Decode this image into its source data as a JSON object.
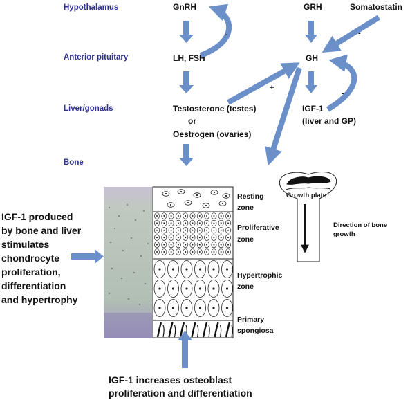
{
  "levels": {
    "hypothalamus": "Hypothalamus",
    "anterior_pituitary": "Anterior pituitary",
    "liver_gonads": "Liver/gonads",
    "bone": "Bone"
  },
  "hormones": {
    "gnrh": "GnRH",
    "grh": "GRH",
    "somatostatin": "Somatostatin",
    "lh_fsh": "LH, FSH",
    "gh": "GH",
    "testosterone": "Testosterone (testes)",
    "or": "or",
    "oestrogen": "Oestrogen (ovaries)",
    "igf1_line1": "IGF-1",
    "igf1_line2": "(liver and GP)"
  },
  "signs": {
    "gnrh_feedback": "-",
    "somatostatin": "-",
    "gh_feedback": "-",
    "sex_steroid_to_gh": "+"
  },
  "zones": {
    "resting_line1": "Resting",
    "resting_line2": "zone",
    "proliferative_line1": "Proliferative",
    "proliferative_line2": "zone",
    "hypertrophic_line1": "Hypertrophic",
    "hypertrophic_line2": "zone",
    "primary_line1": "Primary",
    "primary_line2": "spongiosa"
  },
  "bone_labels": {
    "growth_plate": "Growth plate",
    "direction_line1": "Direction of bone",
    "direction_line2": "growth"
  },
  "left_caption": [
    "IGF-1 produced",
    "by bone and liver",
    "stimulates",
    "chondrocyte",
    "proliferation,",
    "differentiation",
    "and hypertrophy"
  ],
  "bottom_caption": [
    "IGF-1 increases osteoblast",
    "proliferation and differentiation"
  ],
  "colors": {
    "arrow_fill": "#6b8fc9",
    "arrow_stroke": "#5a7fbd",
    "level_text": "#2e3192",
    "histology": "#b9c4bb"
  }
}
